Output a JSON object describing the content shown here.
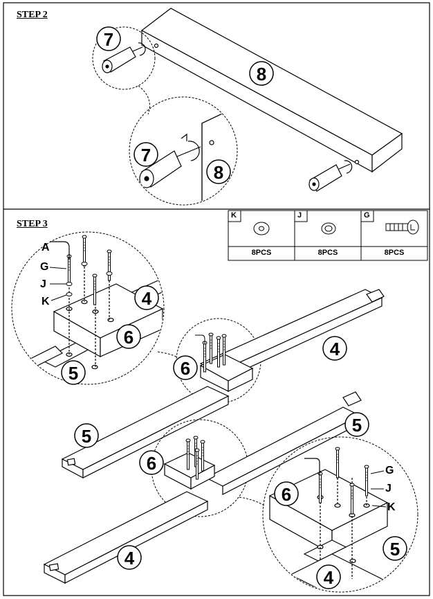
{
  "step2": {
    "title": "STEP 2",
    "callouts": [
      "7",
      "8",
      "7",
      "8"
    ]
  },
  "step3": {
    "title": "STEP 3",
    "hardware_table": [
      {
        "code": "K",
        "qty": "8PCS",
        "icon": "washer-icon"
      },
      {
        "code": "J",
        "qty": "8PCS",
        "icon": "lock-washer-icon"
      },
      {
        "code": "G",
        "qty": "8PCS",
        "icon": "bolt-icon"
      }
    ],
    "detail_left": {
      "letters": [
        "A",
        "G",
        "J",
        "K"
      ],
      "parts": [
        "4",
        "6",
        "5"
      ]
    },
    "main_parts": [
      "6",
      "4",
      "5",
      "5",
      "6",
      "4"
    ],
    "detail_right": {
      "letters": [
        "G",
        "J",
        "K"
      ],
      "parts": [
        "6",
        "5",
        "4"
      ]
    }
  }
}
